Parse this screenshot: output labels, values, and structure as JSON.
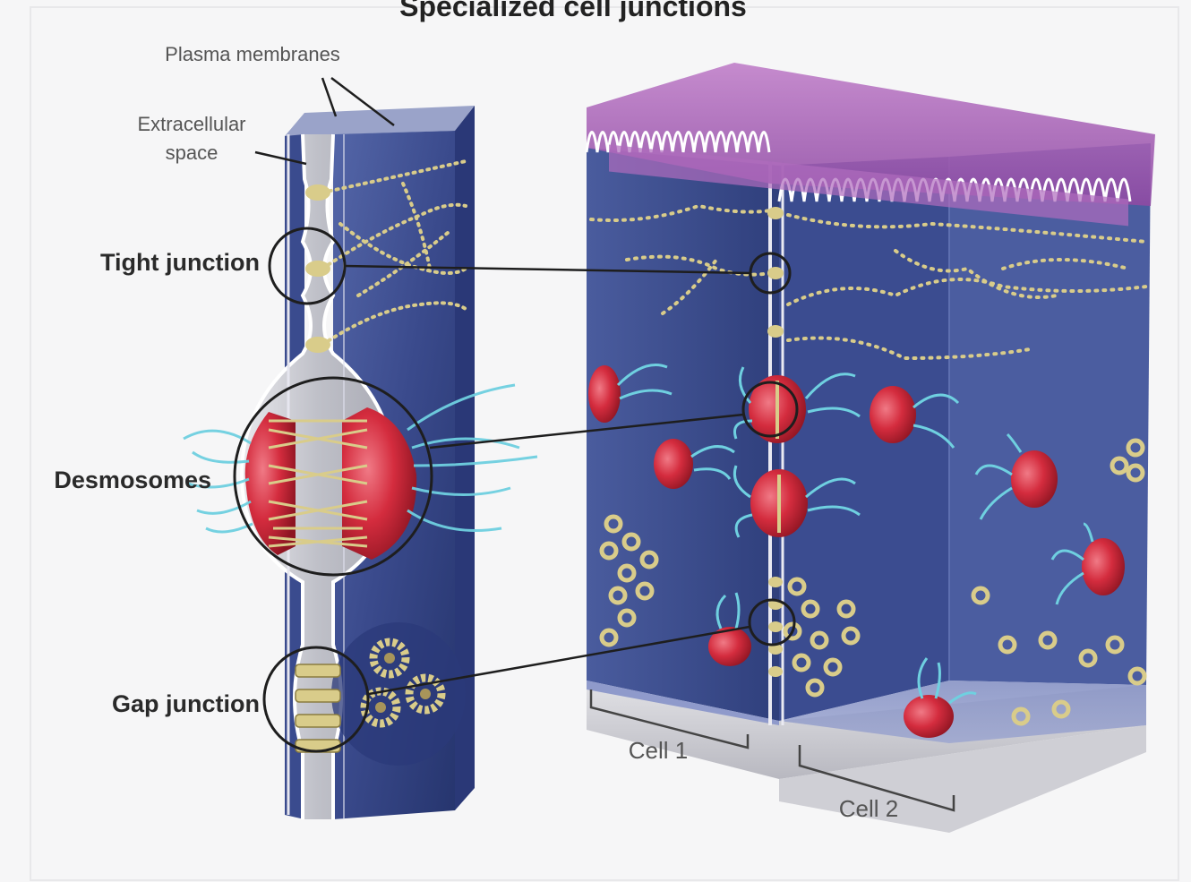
{
  "title": "Specialized cell junctions",
  "labels": {
    "plasma_membranes": "Plasma membranes",
    "extracellular_line1": "Extracellular",
    "extracellular_line2": "space",
    "tight_junction": "Tight junction",
    "desmosomes": "Desmosomes",
    "gap_junction": "Gap junction",
    "cell1": "Cell 1",
    "cell2": "Cell 2"
  },
  "colors": {
    "cell_blue": "#3d4f93",
    "cell_blue_light": "#6b7dbd",
    "membrane_grey": "#c9c9cf",
    "desmosome_red": "#d02a3c",
    "microvilli_purple": "#a35bb0",
    "filament_cyan": "#6fd0e0",
    "bead_tan": "#d9cc8a"
  }
}
